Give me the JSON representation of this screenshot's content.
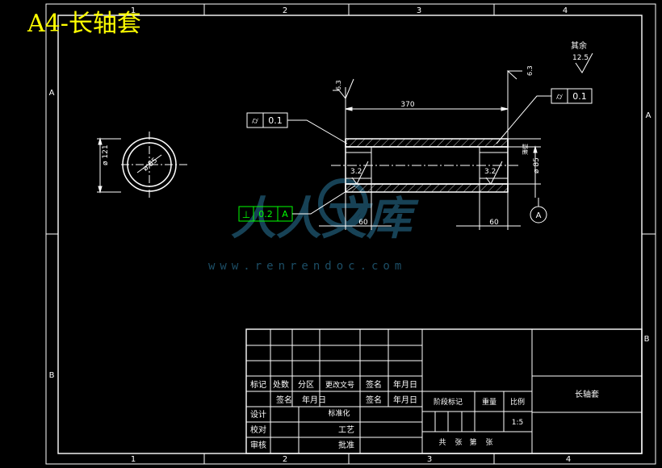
{
  "title": "A4-长轴套",
  "colors": {
    "background": "#000000",
    "line": "#ffffff",
    "title": "#ffff00",
    "accent_green": "#00ff00",
    "watermark": "#1c4e66"
  },
  "zones": {
    "top": [
      "1",
      "2",
      "3",
      "4"
    ],
    "bottom": [
      "1",
      "2",
      "3",
      "4"
    ],
    "left": [
      "A",
      "B"
    ],
    "right": [
      "A",
      "B"
    ]
  },
  "dimensions": {
    "length": "370",
    "outer_dia": "ø 121",
    "inner_dia": "ø 85",
    "bore_dia": "ø 85",
    "left_len": "60",
    "right_len": "60",
    "rough_left_top": "6.3",
    "rough_right_top": "6.3",
    "rough_left_in": "3.2",
    "rough_right_in": "3.2",
    "side_note": "薄壁"
  },
  "roughness_note": {
    "label": "其余",
    "value": "12.5"
  },
  "tolerances": {
    "left_cyl": {
      "symbol": "⌭",
      "value": "0.1"
    },
    "right_cyl": {
      "symbol": "⌭",
      "value": "0.1"
    },
    "perp": {
      "symbol": "⊥",
      "value": "0.2",
      "datum": "A"
    }
  },
  "datum_label": "A",
  "title_block": {
    "headers": [
      "标记",
      "处数",
      "分区",
      "更改文号",
      "签名",
      "年月日"
    ],
    "sign_row": [
      "签名",
      "年月日",
      "签名",
      "年月日"
    ],
    "roles": [
      "设计",
      "校对",
      "审核"
    ],
    "standardize": "标准化",
    "process": "工艺",
    "approve": "批准",
    "stage_mark": "阶段标记",
    "weight": "重量",
    "scale_label": "比例",
    "scale": "1:5",
    "part_name": "长轴套",
    "sheets_total": "共",
    "sheets_unit": "张",
    "sheet_no": "第",
    "sheet_unit": "张"
  },
  "watermark": {
    "brand": "人人文库",
    "url": "www.renrendoc.com"
  }
}
